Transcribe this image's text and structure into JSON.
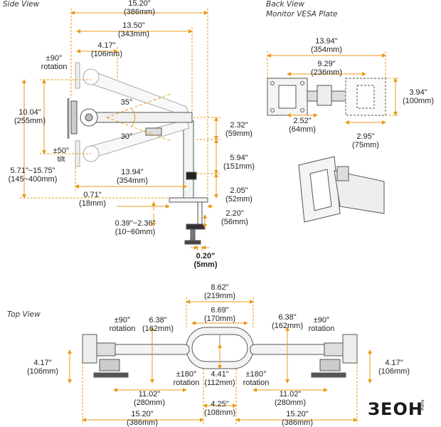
{
  "titles": {
    "side_view": "Side View",
    "back_view": "Back View",
    "vesa_plate": "Monitor VESA Plate",
    "top_view": "Top View"
  },
  "labels": {
    "sv_overall_width": {
      "in": "15.20\"",
      "mm": "(386mm)"
    },
    "sv_arm_width": {
      "in": "13.50\"",
      "mm": "(343mm)"
    },
    "sv_head_width": {
      "in": "4.17\"",
      "mm": "(106mm)"
    },
    "sv_rotation": {
      "in": "±90°",
      "mm": "rotation"
    },
    "sv_height_range": {
      "in": "10.04\"",
      "mm": "(255mm)"
    },
    "sv_tilt": {
      "in": "±50°",
      "mm": "tilt"
    },
    "sv_total_height": {
      "in": "5.71\"~15.75\"",
      "mm": "(145~400mm)"
    },
    "sv_angle_up": "35°",
    "sv_angle_down": "30°",
    "sv_upper_height": {
      "in": "2.32\"",
      "mm": "(59mm)"
    },
    "sv_pole_height": {
      "in": "5.94\"",
      "mm": "(151mm)"
    },
    "sv_reach": {
      "in": "13.94\"",
      "mm": "(354mm)"
    },
    "sv_base_height": {
      "in": "2.05\"",
      "mm": "(52mm)"
    },
    "sv_offset": {
      "in": "0.71\"",
      "mm": "(18mm)"
    },
    "sv_clamp_depth": {
      "in": "2.20\"",
      "mm": "(56mm)"
    },
    "sv_desk_range": {
      "in": "0.39\"~2.36\"",
      "mm": "(10~60mm)"
    },
    "sv_clamp_lip": {
      "in": "0.20\"",
      "mm": "(5mm)"
    },
    "bv_total": {
      "in": "13.94\"",
      "mm": "(354mm)"
    },
    "bv_mid": {
      "in": "9.29\"",
      "mm": "(236mm)"
    },
    "bv_plate_h": {
      "in": "3.94\"",
      "mm": "(100mm)"
    },
    "bv_offset": {
      "in": "2.52\"",
      "mm": "(64mm)"
    },
    "bv_plate_w": {
      "in": "2.95\"",
      "mm": "(75mm)"
    },
    "tv_center_total": {
      "in": "8.62\"",
      "mm": "(219mm)"
    },
    "tv_center_inner": {
      "in": "6.69\"",
      "mm": "(170mm)"
    },
    "tv_left_arm": {
      "in": "6.38\"",
      "mm": "(162mm)"
    },
    "tv_right_arm": {
      "in": "6.38\"",
      "mm": "(162mm)"
    },
    "tv_left_rot": {
      "in": "±90°",
      "mm": "rotation"
    },
    "tv_right_rot": {
      "in": "±90°",
      "mm": "rotation"
    },
    "tv_left_head": {
      "in": "4.17\"",
      "mm": "(106mm)"
    },
    "tv_right_head": {
      "in": "4.17\"",
      "mm": "(106mm)"
    },
    "tv_left_center_rot": {
      "in": "±180°",
      "mm": "rotation"
    },
    "tv_right_center_rot": {
      "in": "±180°",
      "mm": "rotation"
    },
    "tv_center_depth": {
      "in": "4.41\"",
      "mm": "(112mm)"
    },
    "tv_left_reach": {
      "in": "11.02\"",
      "mm": "(280mm)"
    },
    "tv_right_reach": {
      "in": "11.02\"",
      "mm": "(280mm)"
    },
    "tv_center_width": {
      "in": "4.25\"",
      "mm": "(108mm)"
    },
    "tv_left_total": {
      "in": "15.20\"",
      "mm": "(386mm)"
    },
    "tv_right_total": {
      "in": "15.20\"",
      "mm": "(386mm)"
    }
  },
  "brand": {
    "name": "ЗЕОН",
    "sub": "home"
  },
  "colors": {
    "dimension": "#e89a1a",
    "outline": "#555555",
    "fill": "#f2f2f2",
    "arm_dark": "#3a3a3a"
  }
}
